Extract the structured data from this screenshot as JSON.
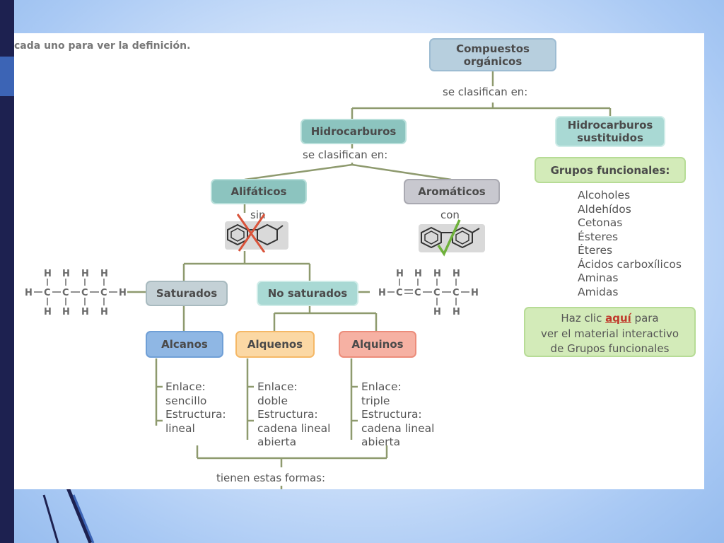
{
  "intro_text": "cada uno para ver la definición.",
  "nodes": {
    "compuestos": "Compuestos orgánicos",
    "hidrocarburos": "Hidrocarburos",
    "hidrocarburos_sustituidos": "Hidrocarburos sustituidos",
    "grupos_funcionales": "Grupos funcionales:",
    "alifaticos": "Alifáticos",
    "aromaticos": "Aromáticos",
    "saturados": "Saturados",
    "no_saturados": "No saturados",
    "alcanos": "Alcanos",
    "alquenos": "Alquenos",
    "alquinos": "Alquinos"
  },
  "labels": {
    "clasifican_1": "se clasifican en:",
    "clasifican_2": "se clasifican en:",
    "sin": "sin",
    "con": "con",
    "formas": "tienen estas formas:"
  },
  "functional_groups": [
    "Alcoholes",
    "Aldehídos",
    "Cetonas",
    "Ésteres",
    "Éteres",
    "Ácidos carboxílicos",
    "Aminas",
    "Amidas"
  ],
  "interactive_box": {
    "line1_pre": "Haz clic ",
    "link": "aquí",
    "line1_post": " para",
    "line2": "ver el material interactivo",
    "line3": "de Grupos funcionales"
  },
  "alcanos_props": [
    "Enlace:",
    "sencillo",
    "Estructura:",
    "lineal"
  ],
  "alquenos_props": [
    "Enlace:",
    "doble",
    "Estructura:",
    "cadena lineal",
    "abierta"
  ],
  "alquinos_props": [
    "Enlace:",
    "triple",
    "Estructura:",
    "cadena lineal",
    "abierta"
  ],
  "colors": {
    "leftbar": "#1d2150",
    "accent": "#3c64b5",
    "connector": "#8e9a6e",
    "cross": "#d9533a",
    "check": "#6fb13c"
  }
}
